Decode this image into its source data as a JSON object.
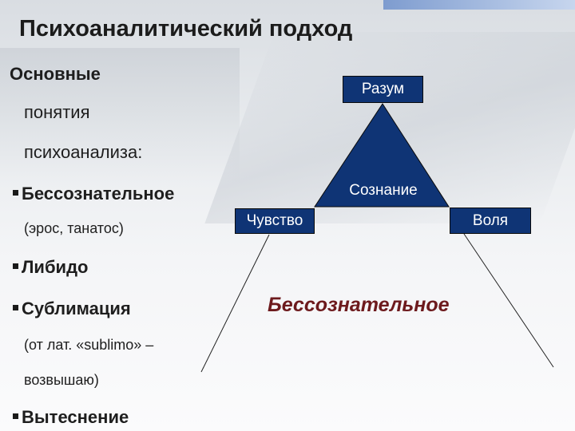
{
  "slide": {
    "title": "Психоаналитический подход",
    "intro_line1": "Основные",
    "intro_line2": "понятия",
    "intro_line3": "психоанализа:",
    "bullets": [
      {
        "term": "Бессознательное",
        "notes": [
          "(эрос, танатос)"
        ]
      },
      {
        "term": "Либидо",
        "notes": []
      },
      {
        "term": "Сублимация",
        "notes": [
          "(от лат. «sublimo» –",
          "возвышаю)"
        ]
      },
      {
        "term": "Вытеснение",
        "notes": []
      }
    ]
  },
  "diagram": {
    "top_label": "Разум",
    "left_label": "Чувство",
    "right_label": "Воля",
    "triangle_label": "Сознание",
    "bottom_label": "Бессознательное"
  },
  "colors": {
    "box_fill": "#0f3475",
    "unconscious_text": "#6d1a1d"
  }
}
